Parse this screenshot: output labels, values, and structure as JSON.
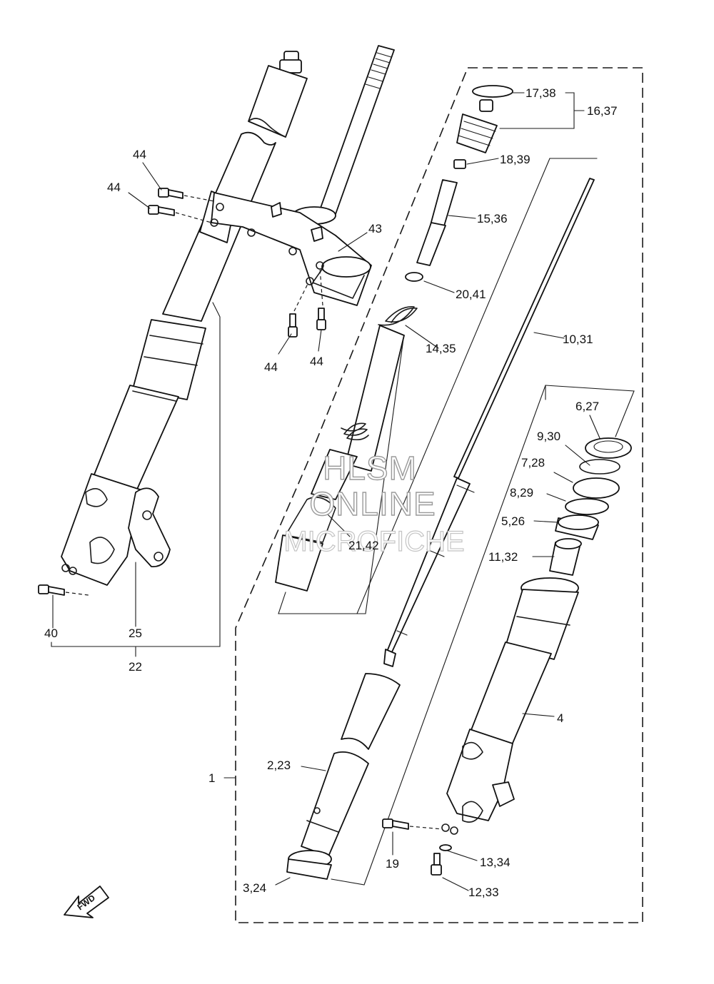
{
  "callouts": {
    "p17_38": "17,38",
    "p16_37": "16,37",
    "p18_39": "18,39",
    "p15_36": "15,36",
    "p43": "43",
    "p44_a": "44",
    "p44_b": "44",
    "p44_c": "44",
    "p44_d": "44",
    "p20_41": "20,41",
    "p14_35": "14,35",
    "p10_31": "10,31",
    "p6_27": "6,27",
    "p9_30": "9,30",
    "p7_28": "7,28",
    "p8_29": "8,29",
    "p5_26": "5,26",
    "p21_42": "21,42",
    "p11_32": "11,32",
    "p40": "40",
    "p25": "25",
    "p22": "22",
    "p4": "4",
    "p1": "1",
    "p2_23": "2,23",
    "p19": "19",
    "p13_34": "13,34",
    "p12_33": "12,33",
    "p3_24": "3,24"
  },
  "watermark": {
    "line1": "HLSM",
    "line2": "ONLINE",
    "line3": "MICROFICHE"
  },
  "fwd_label": "FWD",
  "icons": {
    "fwd_arrow": "fwd-arrow-icon"
  }
}
